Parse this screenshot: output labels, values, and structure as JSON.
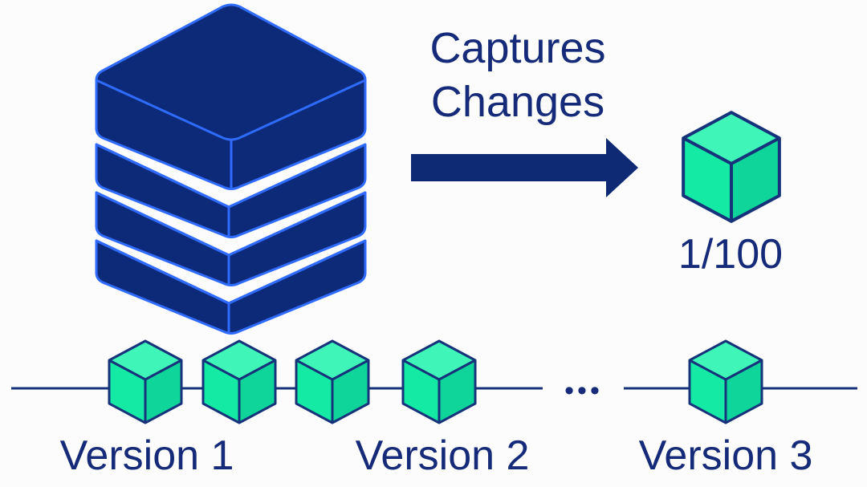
{
  "caption": {
    "line1": "Captures",
    "line2": "Changes"
  },
  "ratio_label": "1/100",
  "ellipsis": "•••",
  "versions": [
    {
      "label": "Version 1"
    },
    {
      "label": "Version 2"
    },
    {
      "label": "Version 3"
    }
  ],
  "icons": {
    "database": "database-stack-icon",
    "delta": "cube-icon",
    "arrow": "arrow-right-icon"
  },
  "colors": {
    "background": "#fbfcfb",
    "navy": "#152a78",
    "database_fill": "#0d2a78",
    "database_outline": "#2f6bff",
    "cube_green": "#1ff0ac",
    "cube_outline": "#16327a"
  }
}
